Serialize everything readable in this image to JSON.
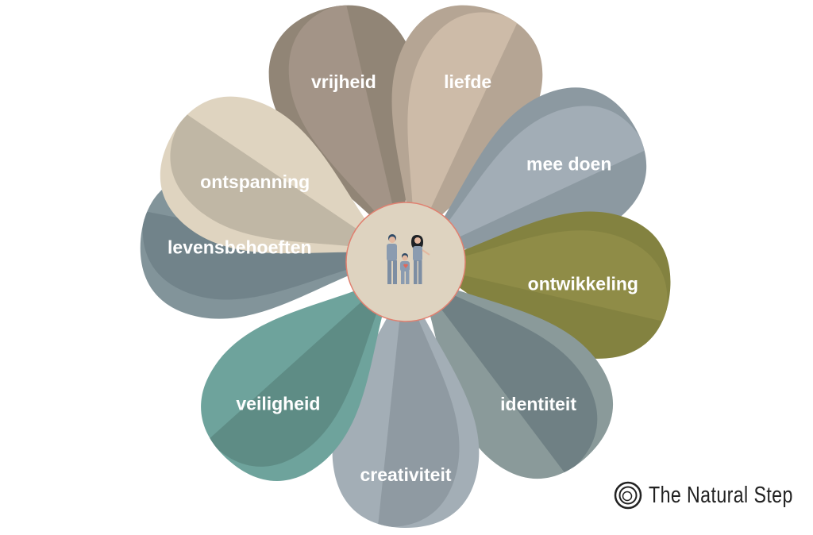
{
  "petals": [
    {
      "label": "vrijheid",
      "color_a": "#918576",
      "color_b": "#a39487"
    },
    {
      "label": "liefde",
      "color_a": "#b5a594",
      "color_b": "#cdbba8"
    },
    {
      "label": "mee doen",
      "color_a": "#8c99a1",
      "color_b": "#a2adb6"
    },
    {
      "label": "ontwikkeling",
      "color_a": "#838240",
      "color_b": "#8f8c47"
    },
    {
      "label": "identiteit",
      "color_a": "#8a9a9a",
      "color_b": "#6f8084"
    },
    {
      "label": "creativiteit",
      "color_a": "#a3aeb6",
      "color_b": "#8f9aa2"
    },
    {
      "label": "veiligheid",
      "color_a": "#6ea39c",
      "color_b": "#5e8c85"
    },
    {
      "label": "levensbehoeften",
      "color_a": "#82949a",
      "color_b": "#71838a"
    },
    {
      "label": "ontspanning",
      "color_a": "#dfd4c0",
      "color_b": "#c0b7a5"
    }
  ],
  "center": {
    "icon": "family-icon",
    "fill": "#ded3c0",
    "stroke": "#e08070"
  },
  "logo": {
    "text": "The Natural Step",
    "icon": "concentric-circles-icon"
  }
}
